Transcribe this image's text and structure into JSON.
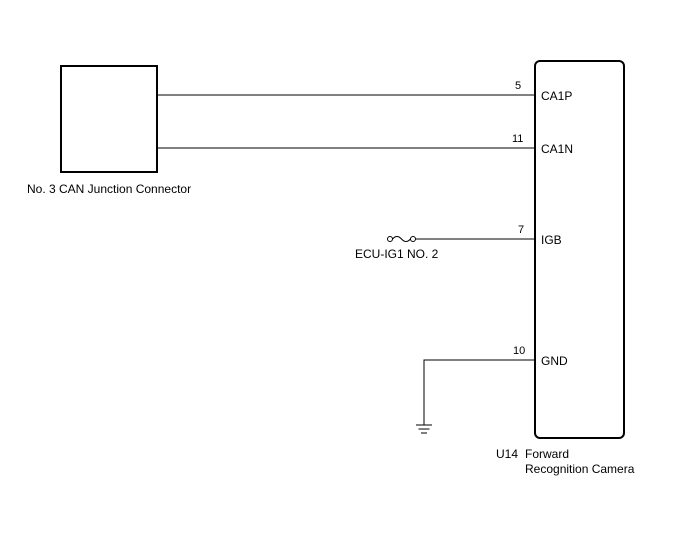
{
  "left_component": {
    "label": "No. 3 CAN Junction Connector"
  },
  "fuse": {
    "label": "ECU-IG1 NO. 2"
  },
  "right_component": {
    "code": "U14",
    "name_line1": "Forward",
    "name_line2": "Recognition Camera",
    "pins": [
      {
        "number": "5",
        "name": "CA1P"
      },
      {
        "number": "11",
        "name": "CA1N"
      },
      {
        "number": "7",
        "name": "IGB"
      },
      {
        "number": "10",
        "name": "GND"
      }
    ]
  }
}
